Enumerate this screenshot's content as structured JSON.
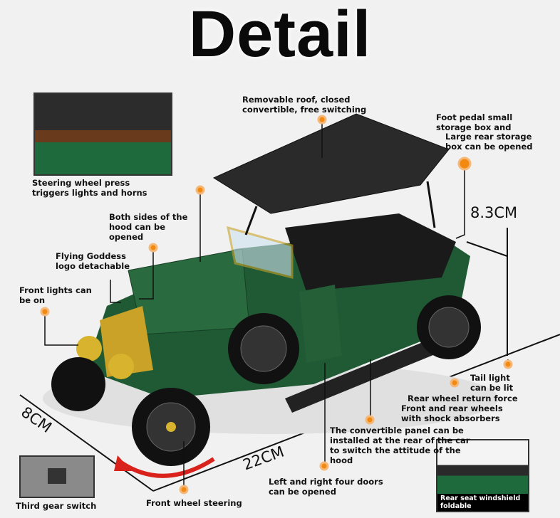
{
  "title": "Detail",
  "labels": {
    "steering": "Steering wheel press\ntriggers lights and horns",
    "roof": "Removable roof, closed\nconvertible, free switching",
    "foot_pedal": "Foot pedal small\nstorage box and",
    "rear_storage": "Large rear storage\nbox can be opened",
    "hood_sides": "Both sides of the\nhood can be\nopened",
    "goddess": "Flying Goddess\nlogo detachable",
    "front_lights": "Front lights can\nbe on",
    "tail_light": "Tail light\ncan be lit",
    "rear_wheel": "Rear wheel return force",
    "shock": "Front and rear wheels\nwith shock absorbers",
    "convertible_panel": "The convertible panel can be\ninstalled at the rear of the car\nto switch the attitude of the\nhood",
    "doors": "Left and right four doors\ncan be opened",
    "front_steering": "Front wheel steering",
    "gear_switch": "Third gear switch",
    "rear_windshield": "Rear seat windshield\nfoldable"
  },
  "dimensions": {
    "height": "8.3CM",
    "width": "8CM",
    "length": "22CM"
  },
  "colors": {
    "accent": "#f28a12",
    "car_green": "#1f5a34",
    "roof": "#2a2a2a"
  }
}
